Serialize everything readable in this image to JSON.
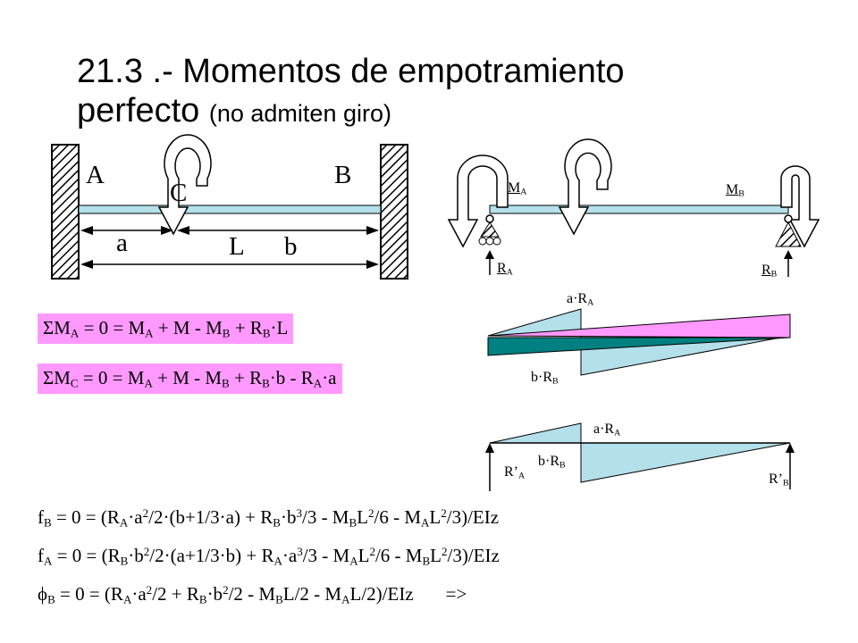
{
  "title": {
    "line1": "21.3 .- Momentos de empotramiento",
    "line2_main": "perfecto",
    "line2_small": "(no admiten giro)"
  },
  "left_beam": {
    "A": "A",
    "B": "B",
    "C": "C",
    "a": "a",
    "L": "L",
    "b": "b"
  },
  "right_beam": {
    "M": "M",
    "R": "R",
    "sub_A": "A",
    "sub_B": "B"
  },
  "boxes": {
    "eq1": {
      "p1": "ΣM",
      "s1": "A",
      "p2": " = 0 = M",
      "s2": "A",
      "p3": " + M - M",
      "s3": "B",
      "p4": " + R",
      "s4": "B",
      "p5": "·L"
    },
    "eq2": {
      "p1": "ΣM",
      "s1": "C",
      "p2": " = 0 = M",
      "s2": "A",
      "p3": " + M - M",
      "s3": "B",
      "p4": " + R",
      "s4": "B",
      "p5": "·b - R",
      "s5": "A",
      "p6": "·a"
    }
  },
  "diagram1": {
    "top_p": "a·R",
    "top_s": "A",
    "bot_p": "b·R",
    "bot_s": "B"
  },
  "diagram2": {
    "top_p": "a·R",
    "top_s": "A",
    "mid_p": "b·R",
    "mid_s": "B",
    "left_p": "R’",
    "left_s": "A",
    "right_p": "R’",
    "right_s": "B"
  },
  "equations": {
    "fB": {
      "a": "f",
      "as": "B",
      "b": " = 0 = (R",
      "bs": "A",
      "c": "·a",
      "cs": "2",
      "d": "/2·(b+1/3·a) + R",
      "ds": "B",
      "e": "·b",
      "es": "3",
      "f": "/3 - M",
      "fs": "B",
      "g": "L",
      "gs": "2",
      "h": "/6 - M",
      "hs": "A",
      "i": "L",
      "is": "2",
      "j": "/3)/EIz"
    },
    "fA": {
      "a": "f",
      "as": "A",
      "b": " = 0 = (R",
      "bs": "B",
      "c": "·b",
      "cs": "2",
      "d": "/2·(a+1/3·b) + R",
      "ds": "A",
      "e": "·a",
      "es": "3",
      "f": "/3 - M",
      "fs": "A",
      "g": "L",
      "gs": "2",
      "h": "/6 - M",
      "hs": "B",
      "i": "L",
      "is": "2",
      "j": "/3)/EIz"
    },
    "phiB": {
      "a": "ϕ",
      "as": "B",
      "b": " = 0 = (R",
      "bs": "A",
      "c": "·a",
      "cs": "2",
      "d": "/2 + R",
      "ds": "B",
      "e": "·b",
      "es": "2",
      "f": "/2 - M",
      "fs": "B",
      "g": "L/2 - M",
      "gs": "A",
      "h": "L/2)/EIz",
      "arrow": "=>"
    }
  },
  "colors": {
    "beam": "#b3e0ea",
    "pink": "#ff99ff",
    "teal": "#008080",
    "light": "#b3e0ea"
  }
}
